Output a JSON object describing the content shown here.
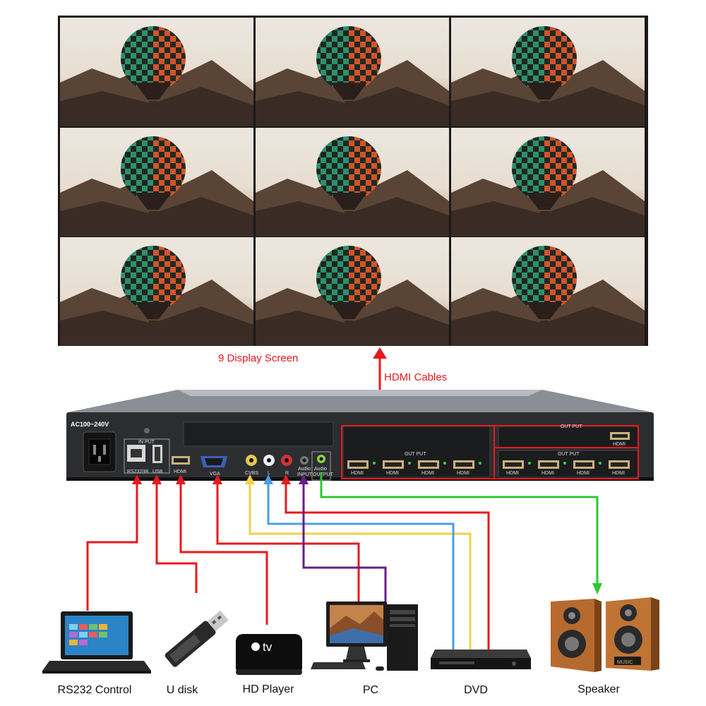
{
  "labels": {
    "display": "9 Display Screen",
    "cables": "HDMI Cables",
    "power": "AC100~240V",
    "input_group": "IN PUT",
    "output_group": "OUT PUT"
  },
  "ports": {
    "rs232": "RS232/IR",
    "usb": "USB",
    "hdmi_in": "HDMI",
    "vga": "VGA",
    "cvbs": "CVBS",
    "left": "L",
    "right": "R",
    "audio_in_1": "Audio",
    "audio_in_2": "INPUT",
    "audio_out_1": "Audio",
    "audio_out_2": "OUTPUT",
    "hdmi_out": "HDMI"
  },
  "devices": [
    {
      "id": "rs232",
      "label": "RS232 Control"
    },
    {
      "id": "udisk",
      "label": "U disk"
    },
    {
      "id": "hdplayer",
      "label": "HD Player"
    },
    {
      "id": "pc",
      "label": "PC"
    },
    {
      "id": "dvd",
      "label": "DVD"
    },
    {
      "id": "speaker",
      "label": "Speaker"
    }
  ],
  "device_text": {
    "tv_logo": "tv",
    "music": "MUSIC"
  },
  "colors": {
    "red": "#e8191d",
    "yellow": "#f2d24b",
    "blue": "#4a9ee8",
    "purple": "#6a1b8a",
    "green": "#2ec82e"
  },
  "video_wall": {
    "rows": 3,
    "cols": 3
  }
}
